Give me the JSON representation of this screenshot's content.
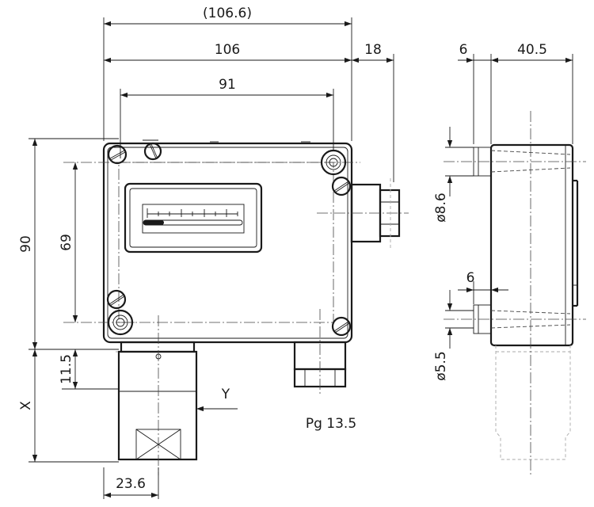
{
  "dimensions": {
    "overall_width_ref": "(106.6)",
    "body_width": "106",
    "gland_projection": "18",
    "screw_pitch_h": "91",
    "side_offset": "6",
    "side_depth": "40.5",
    "body_height": "90",
    "screw_pitch_v": "69",
    "fitting_step": "11.5",
    "fitting_length": "X",
    "fitting_width": "23.6",
    "side_hole_offset": "6",
    "dia_upper": "ø8.6",
    "dia_lower": "ø5.5",
    "view_marker": "Y",
    "cable_gland": "Pg 13.5"
  },
  "colors": {
    "line": "#1a1a1a",
    "background": "#ffffff"
  }
}
